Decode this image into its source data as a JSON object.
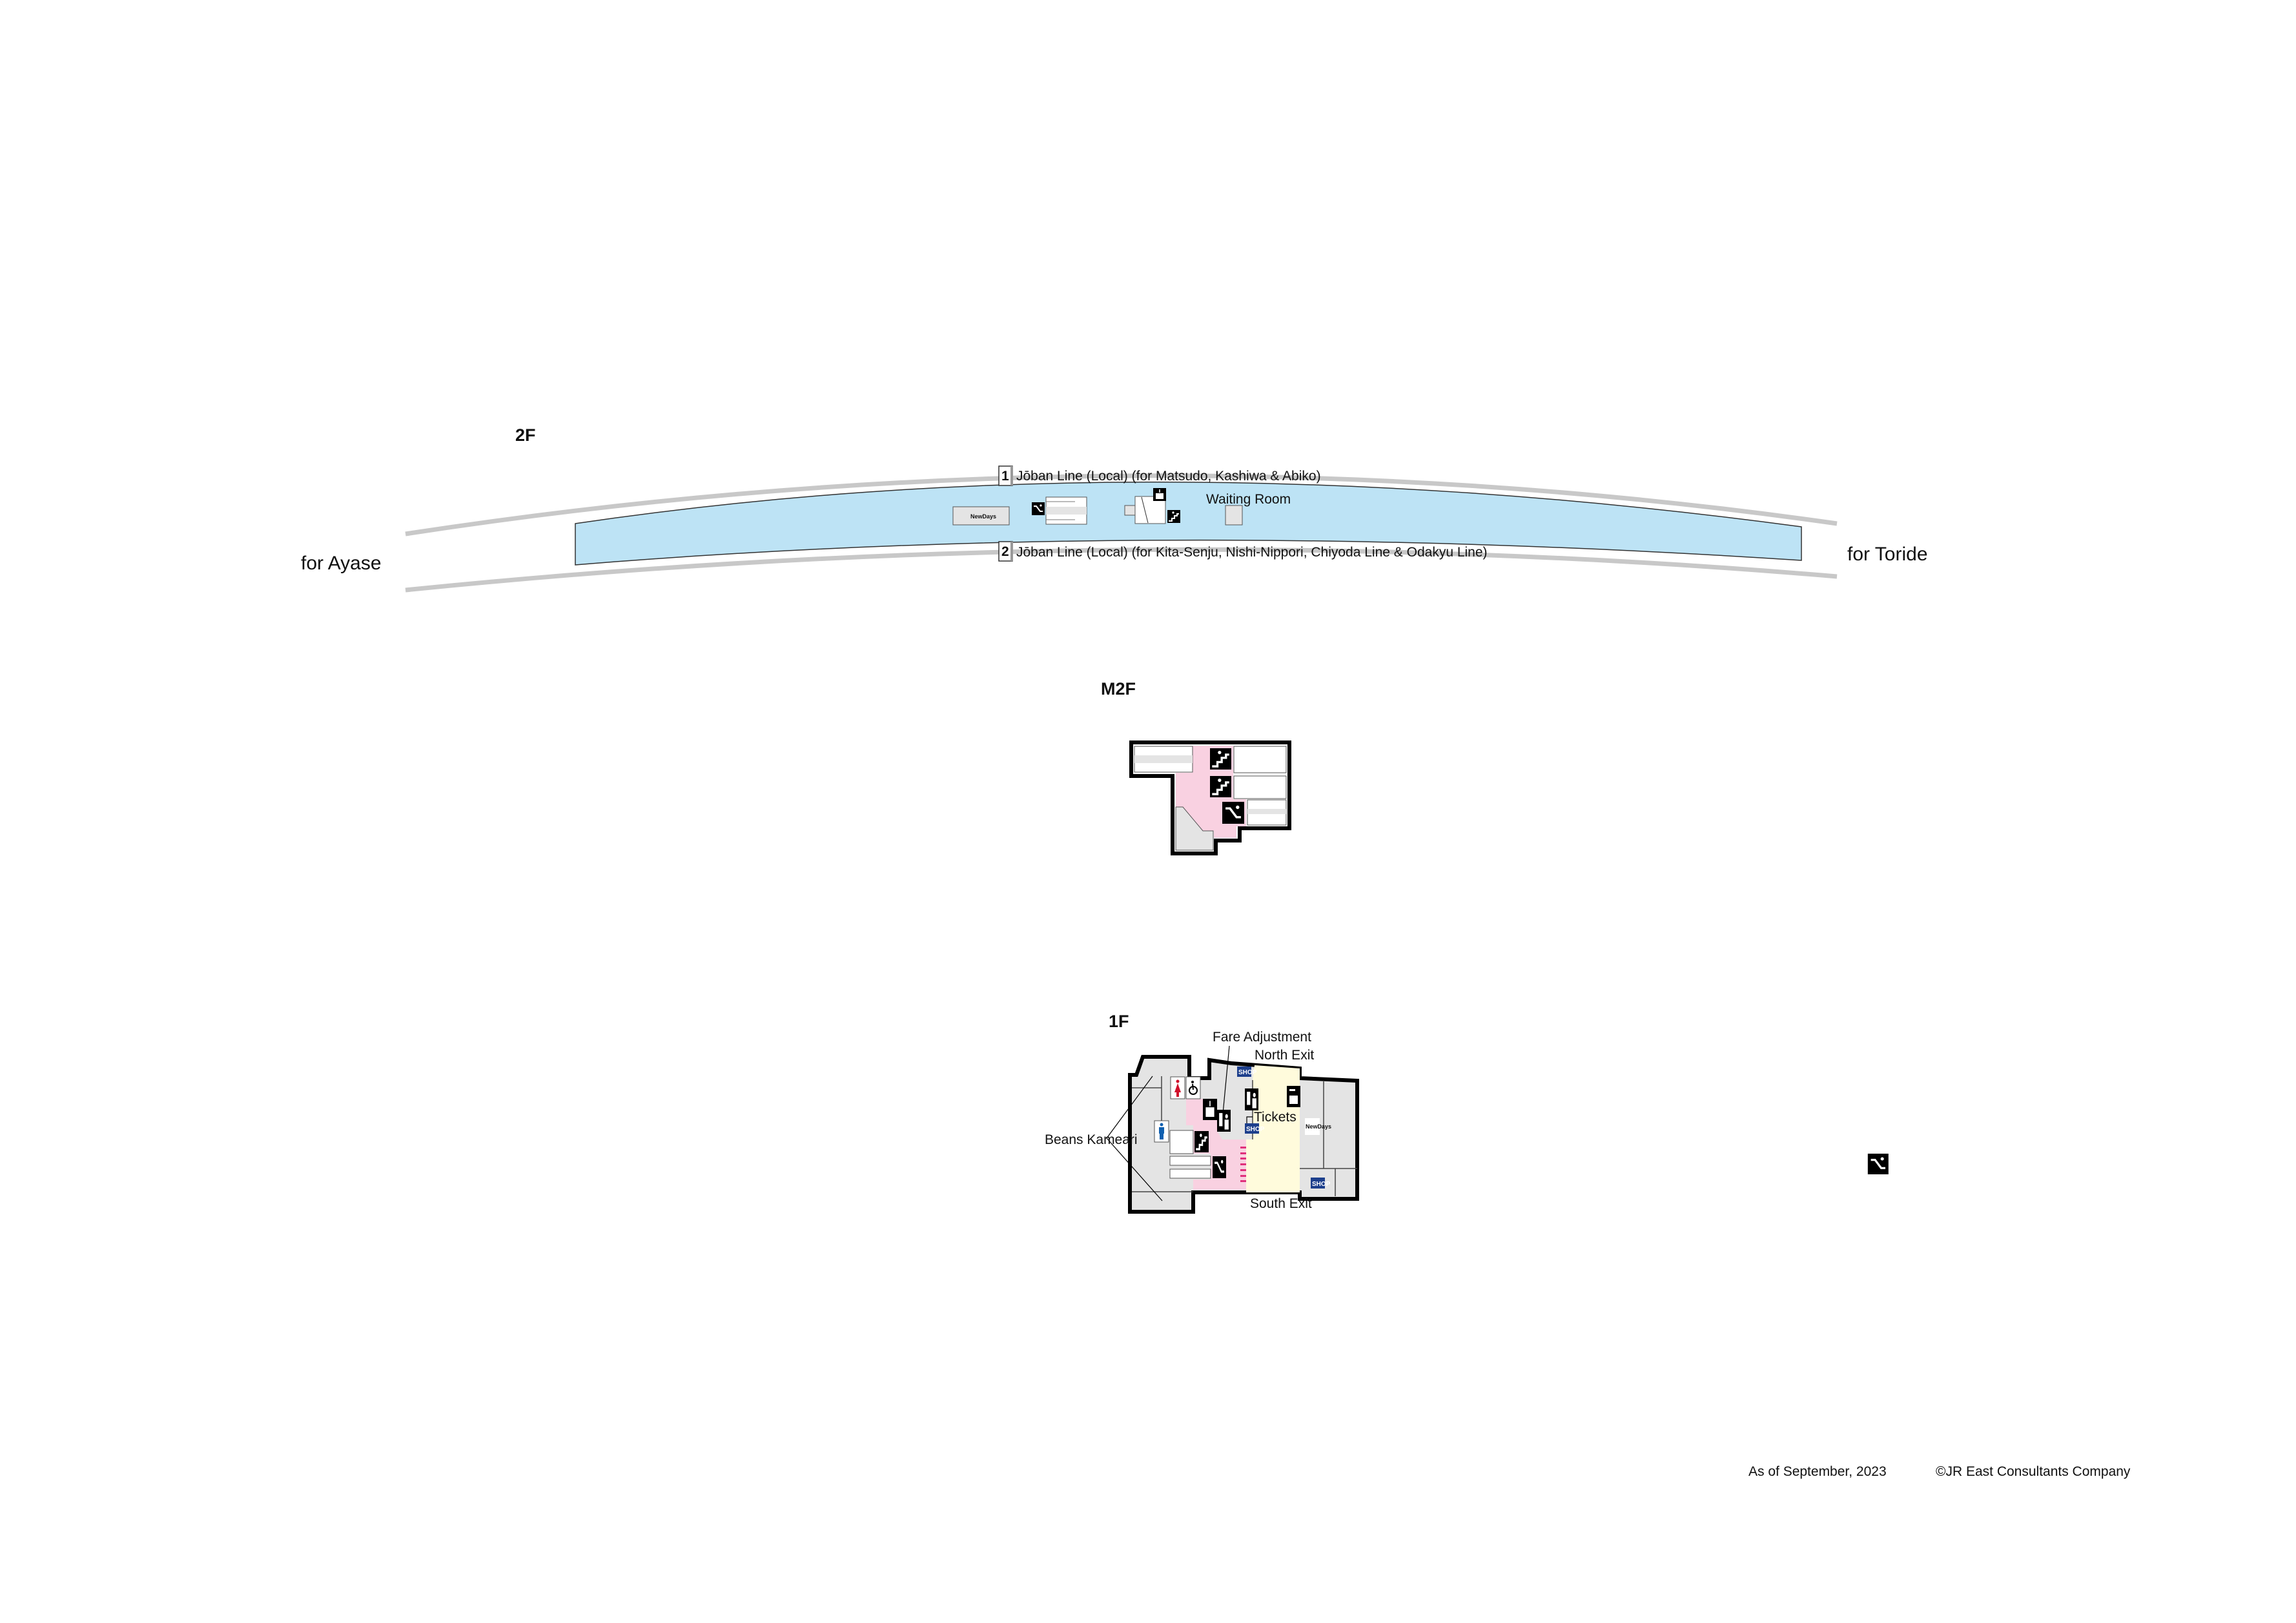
{
  "floors": {
    "f2": {
      "label": "2F",
      "direction_left": "for Ayase",
      "direction_right": "for Toride",
      "platform_1": {
        "number": "1",
        "text": "Jōban Line (Local)  (for Matsudo, Kashiwa & Abiko)"
      },
      "platform_2": {
        "number": "2",
        "text": "Jōban Line (Local)  (for Kita-Senju, Nishi-Nippori, Chiyoda Line & Odakyu Line)"
      },
      "waiting_room": "Waiting Room",
      "shop_logo": "NewDays"
    },
    "m2f": {
      "label": "M2F"
    },
    "f1": {
      "label": "1F",
      "fare_adjustment": "Fare Adjustment",
      "north_exit": "North Exit",
      "tickets": "Tickets",
      "south_exit": "South Exit",
      "beans": "Beans Kameari",
      "shop_badge": "SHOP",
      "shop_logo": "NewDays"
    }
  },
  "footer": {
    "as_of": "As of September, 2023",
    "copyright": "©JR East Consultants Company"
  },
  "colors": {
    "platform": "#bde3f5",
    "concourse": "#f9d1e1",
    "free_area": "#fffbdc",
    "facility": "#e4e4e4",
    "shop_badge": "#1d3f8c",
    "ticket_gate": "#e0307a",
    "track": "#c8c8c8"
  }
}
